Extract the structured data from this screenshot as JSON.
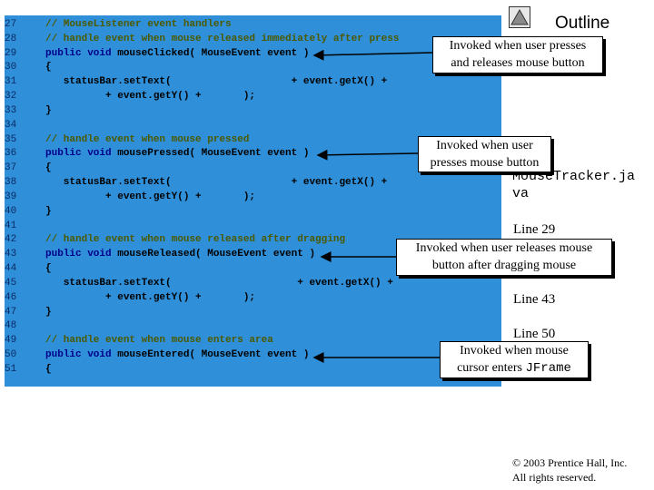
{
  "code": {
    "lines": [
      {
        "num": "27",
        "segments": [
          {
            "t": "// MouseListener event handlers",
            "c": "cm"
          }
        ]
      },
      {
        "num": "28",
        "segments": [
          {
            "t": "// handle event when mouse released immediately after press",
            "c": "cm"
          }
        ]
      },
      {
        "num": "29",
        "segments": [
          {
            "t": "public void",
            "c": "kw"
          },
          {
            "t": " mouseClicked( MouseEvent event )",
            "c": ""
          }
        ]
      },
      {
        "num": "30",
        "segments": [
          {
            "t": "{",
            "c": ""
          }
        ]
      },
      {
        "num": "31",
        "segments": [
          {
            "t": "   statusBar.setText(                    + event.getX() +",
            "c": ""
          }
        ]
      },
      {
        "num": "32",
        "segments": [
          {
            "t": "          + event.getY() +       );",
            "c": ""
          }
        ]
      },
      {
        "num": "33",
        "segments": [
          {
            "t": "}",
            "c": ""
          }
        ]
      },
      {
        "num": "34",
        "segments": []
      },
      {
        "num": "35",
        "segments": [
          {
            "t": "// handle event when mouse pressed",
            "c": "cm"
          }
        ]
      },
      {
        "num": "36",
        "segments": [
          {
            "t": "public void",
            "c": "kw"
          },
          {
            "t": " mousePressed( MouseEvent event )",
            "c": ""
          }
        ]
      },
      {
        "num": "37",
        "segments": [
          {
            "t": "{",
            "c": ""
          }
        ]
      },
      {
        "num": "38",
        "segments": [
          {
            "t": "   statusBar.setText(                    + event.getX() +",
            "c": ""
          }
        ]
      },
      {
        "num": "39",
        "segments": [
          {
            "t": "          + event.getY() +       );",
            "c": ""
          }
        ]
      },
      {
        "num": "40",
        "segments": [
          {
            "t": "}",
            "c": ""
          }
        ]
      },
      {
        "num": "41",
        "segments": []
      },
      {
        "num": "42",
        "segments": [
          {
            "t": "// handle event when mouse released after dragging",
            "c": "cm"
          }
        ]
      },
      {
        "num": "43",
        "segments": [
          {
            "t": "public void",
            "c": "kw"
          },
          {
            "t": " mouseReleased( MouseEvent event )",
            "c": ""
          }
        ]
      },
      {
        "num": "44",
        "segments": [
          {
            "t": "{",
            "c": ""
          }
        ]
      },
      {
        "num": "45",
        "segments": [
          {
            "t": "   statusBar.setText(                     + event.getX() +",
            "c": ""
          }
        ]
      },
      {
        "num": "46",
        "segments": [
          {
            "t": "          + event.getY() +       );",
            "c": ""
          }
        ]
      },
      {
        "num": "47",
        "segments": [
          {
            "t": "}",
            "c": ""
          }
        ]
      },
      {
        "num": "48",
        "segments": []
      },
      {
        "num": "49",
        "segments": [
          {
            "t": "// handle event when mouse enters area",
            "c": "cm"
          }
        ]
      },
      {
        "num": "50",
        "segments": [
          {
            "t": "public void",
            "c": "kw"
          },
          {
            "t": " mouseEntered( MouseEvent event )",
            "c": ""
          }
        ]
      },
      {
        "num": "51",
        "segments": [
          {
            "t": "{",
            "c": ""
          }
        ]
      }
    ]
  },
  "sidebar": {
    "outline_title": "Outline",
    "file_name_line1": "MouseTracker.ja",
    "file_name_line2": "va",
    "line_refs": [
      "Line 29",
      "Line 43",
      "Line 50"
    ]
  },
  "callouts": {
    "clicked_line1": "Invoked when user presses",
    "clicked_line2": "and releases mouse button",
    "pressed_line1": "Invoked when user",
    "pressed_line2": "presses mouse button",
    "released_line1": "Invoked when user releases mouse",
    "released_line2": "button after dragging mouse",
    "entered_line1": "Invoked when mouse",
    "entered_line2_prefix": "cursor enters ",
    "entered_line2_code": "JFrame"
  },
  "footer": {
    "copyright_line1": "© 2003 Prentice Hall, Inc.",
    "copyright_line2": "All rights reserved."
  },
  "colors": {
    "code_background": "#2f8fd8",
    "comment": "#4c5a00",
    "keyword": "#00008b"
  }
}
